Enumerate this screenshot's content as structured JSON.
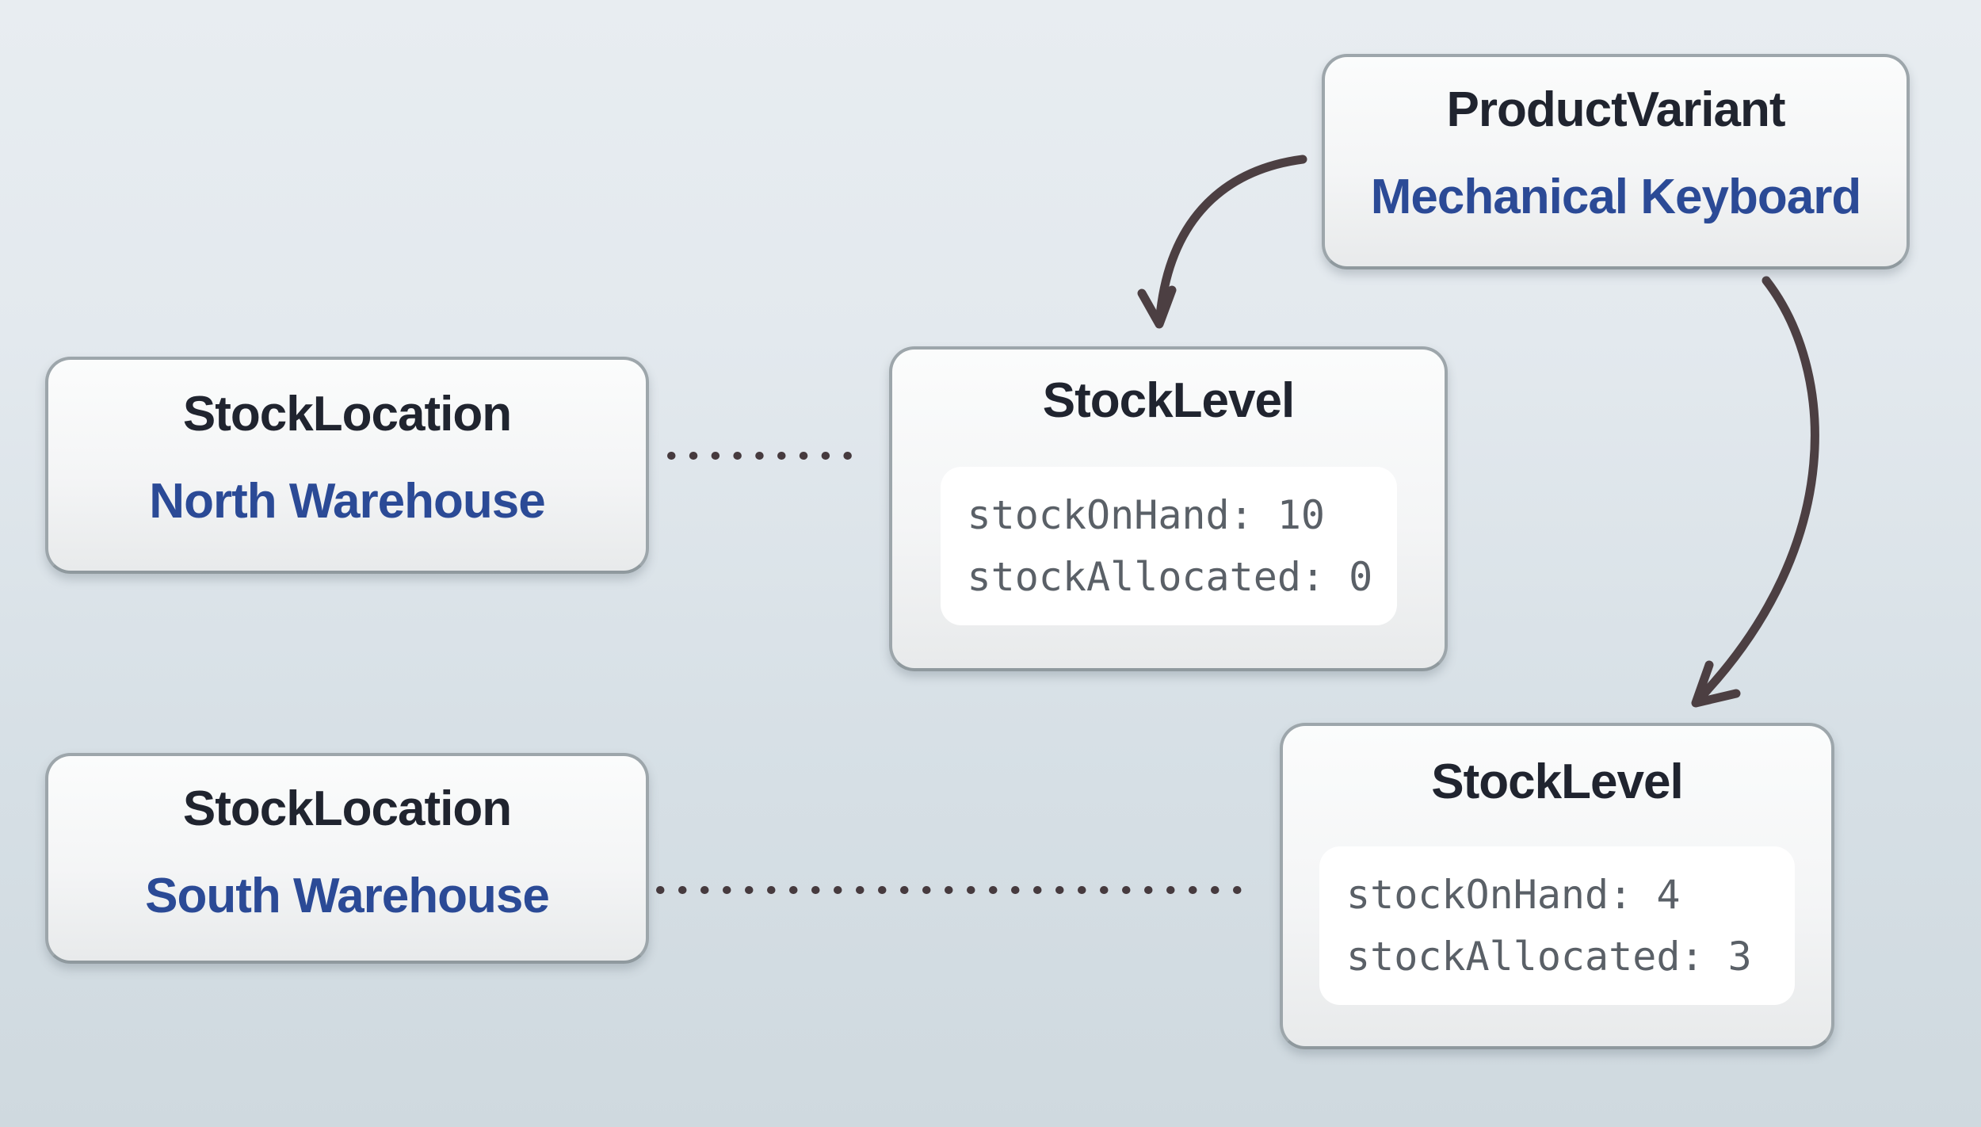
{
  "diagram": {
    "nodes": {
      "product_variant": {
        "type_label": "ProductVariant",
        "entity_name": "Mechanical Keyboard"
      },
      "stock_location_north": {
        "type_label": "StockLocation",
        "entity_name": "North Warehouse"
      },
      "stock_location_south": {
        "type_label": "StockLocation",
        "entity_name": "South Warehouse"
      },
      "stock_level_north": {
        "type_label": "StockLevel",
        "fields": [
          {
            "key": "stockOnHand",
            "value": 10,
            "line": "stockOnHand: 10"
          },
          {
            "key": "stockAllocated",
            "value": 0,
            "line": "stockAllocated: 0"
          }
        ]
      },
      "stock_level_south": {
        "type_label": "StockLevel",
        "fields": [
          {
            "key": "stockOnHand",
            "value": 4,
            "line": "stockOnHand: 4"
          },
          {
            "key": "stockAllocated",
            "value": 3,
            "line": "stockAllocated: 3"
          }
        ]
      }
    },
    "edges": [
      {
        "from": "product_variant",
        "to": "stock_level_north",
        "style": "curved-arrow"
      },
      {
        "from": "product_variant",
        "to": "stock_level_south",
        "style": "curved-arrow"
      },
      {
        "from": "stock_location_north",
        "to": "stock_level_north",
        "style": "dotted-line"
      },
      {
        "from": "stock_location_south",
        "to": "stock_level_south",
        "style": "dotted-line"
      }
    ],
    "colors": {
      "node_type_text": "#20242f",
      "entity_name_blue": "#2b4a96",
      "code_text_gray": "#5a6067",
      "arrow_stroke": "#4c3f42",
      "dotted_link": "#463a3e",
      "node_border": "#9da6ab",
      "node_fill_top": "#fbfcfc",
      "node_fill_bottom": "#e8eaeb",
      "code_panel_bg": "#ffffff",
      "background_top": "#e8edf1",
      "background_bottom": "#cfd9df"
    }
  }
}
